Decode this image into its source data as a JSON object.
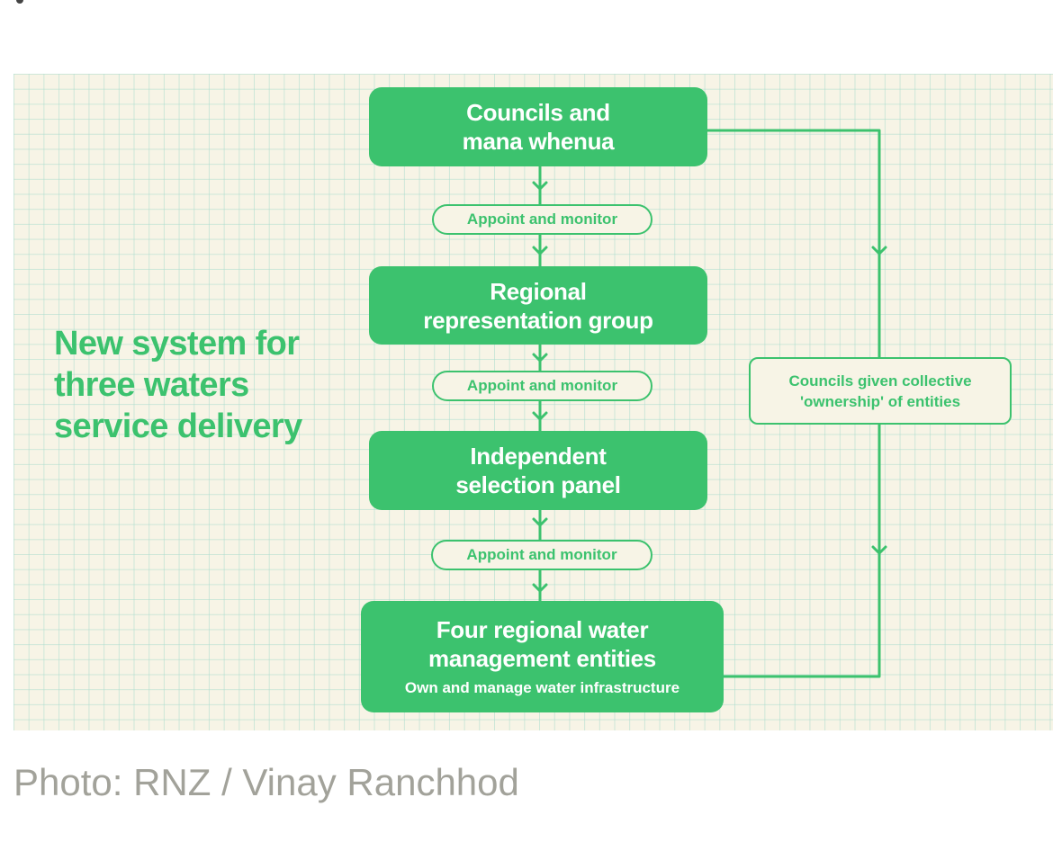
{
  "graphic": {
    "title_lines": [
      "New system for",
      "three waters",
      "service delivery"
    ],
    "colors": {
      "green": "#3cc26e",
      "paper": "#f7f4e6",
      "grid": "#c8e8dc",
      "caption": "#a2a29a"
    },
    "boxes": [
      {
        "lines": [
          "Councils and",
          "mana whenua"
        ]
      },
      {
        "lines": [
          "Regional",
          "representation group"
        ]
      },
      {
        "lines": [
          "Independent",
          "selection panel"
        ]
      },
      {
        "lines": [
          "Four regional water",
          "management entities"
        ],
        "subtitle": "Own and manage water infrastructure"
      }
    ],
    "connector_labels": [
      "Appoint and monitor",
      "Appoint and monitor",
      "Appoint and monitor"
    ],
    "side_label": [
      "Councils given collective",
      "'ownership' of entities"
    ]
  },
  "caption": "Photo: RNZ / Vinay Ranchhod"
}
